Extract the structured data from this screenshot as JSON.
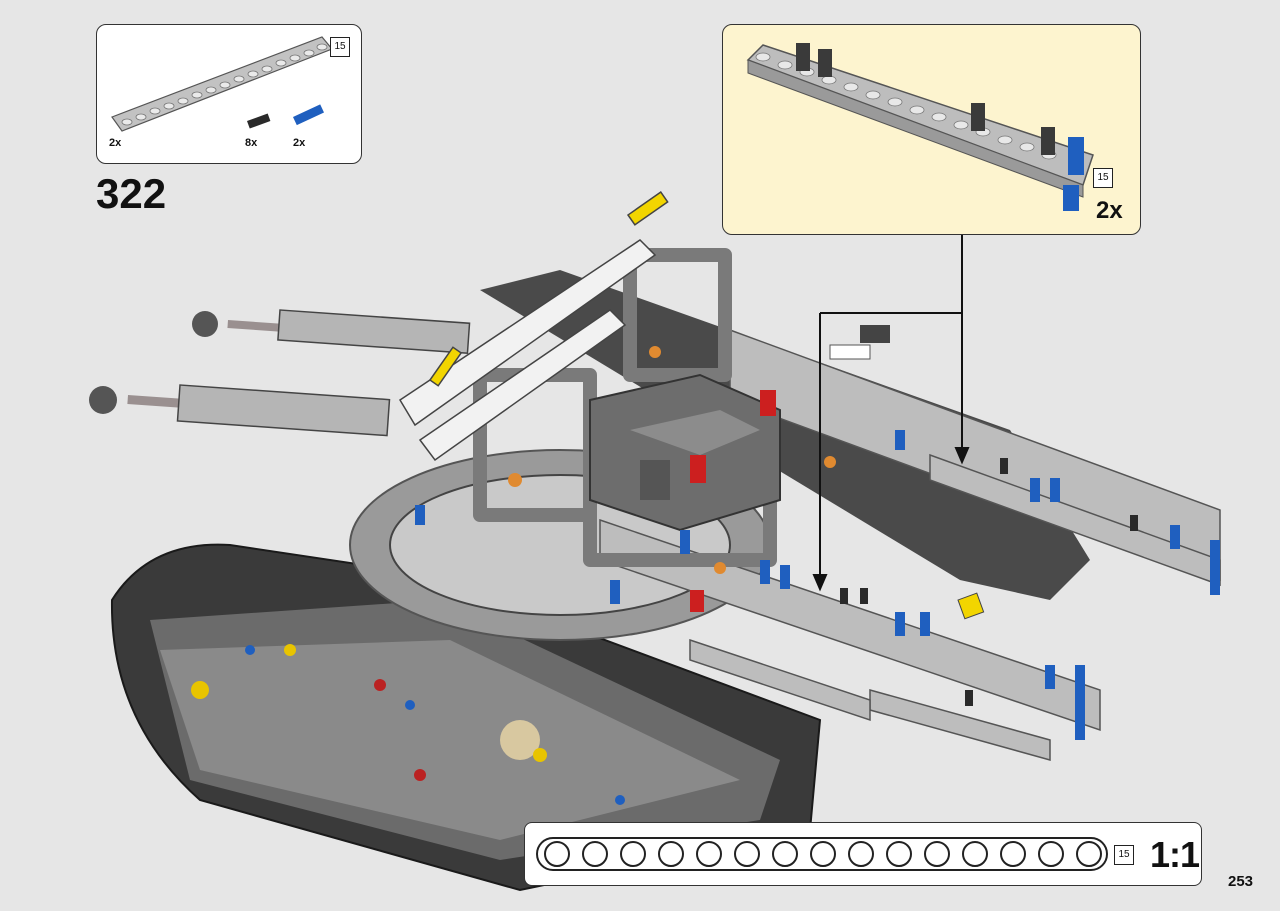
{
  "step": {
    "number": "322"
  },
  "parts": {
    "items": [
      {
        "name": "beam-15",
        "qty": "2x",
        "length": "15"
      },
      {
        "name": "pin-black",
        "qty": "8x"
      },
      {
        "name": "axle-pin-blue",
        "qty": "2x"
      }
    ]
  },
  "subassembly": {
    "qty": "2x",
    "length": "15"
  },
  "scale": {
    "label": "1:1",
    "length": "15"
  },
  "page": {
    "number": "253"
  },
  "colors": {
    "background": "#e6e6e6",
    "callout_highlight": "#fdf4cf",
    "beam_gray": "#b9b9b9",
    "pin_black": "#2a2a2a",
    "pin_blue": "#1f5fbf",
    "accent_red": "#cc1f1f",
    "accent_yellow": "#f2d500"
  }
}
